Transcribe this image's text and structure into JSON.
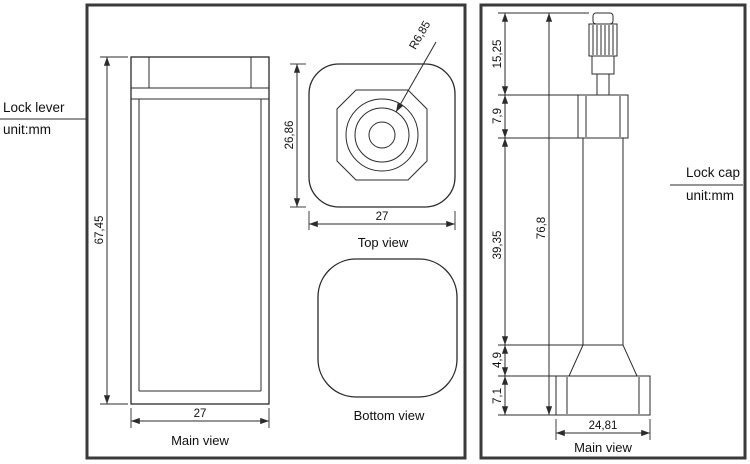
{
  "panels": {
    "lock_lever": {
      "side_title": "Lock lever",
      "side_unit": "unit:mm",
      "main_view": {
        "caption": "Main view",
        "dim_height": "67,45",
        "dim_width": "27"
      },
      "top_view": {
        "caption": "Top view",
        "dim_radius": "R6,85",
        "dim_height": "26,86",
        "dim_width": "27"
      },
      "bottom_view": {
        "caption": "Bottom view"
      }
    },
    "lock_cap": {
      "side_title": "Lock cap",
      "side_unit": "unit:mm",
      "main_view": {
        "caption": "Main view",
        "dim_cap": "15,25",
        "dim_collar": "7,9",
        "dim_total": "76,8",
        "dim_shaft": "39,35",
        "dim_taper": "4,9",
        "dim_base": "7,1",
        "dim_width": "24,81"
      }
    }
  }
}
